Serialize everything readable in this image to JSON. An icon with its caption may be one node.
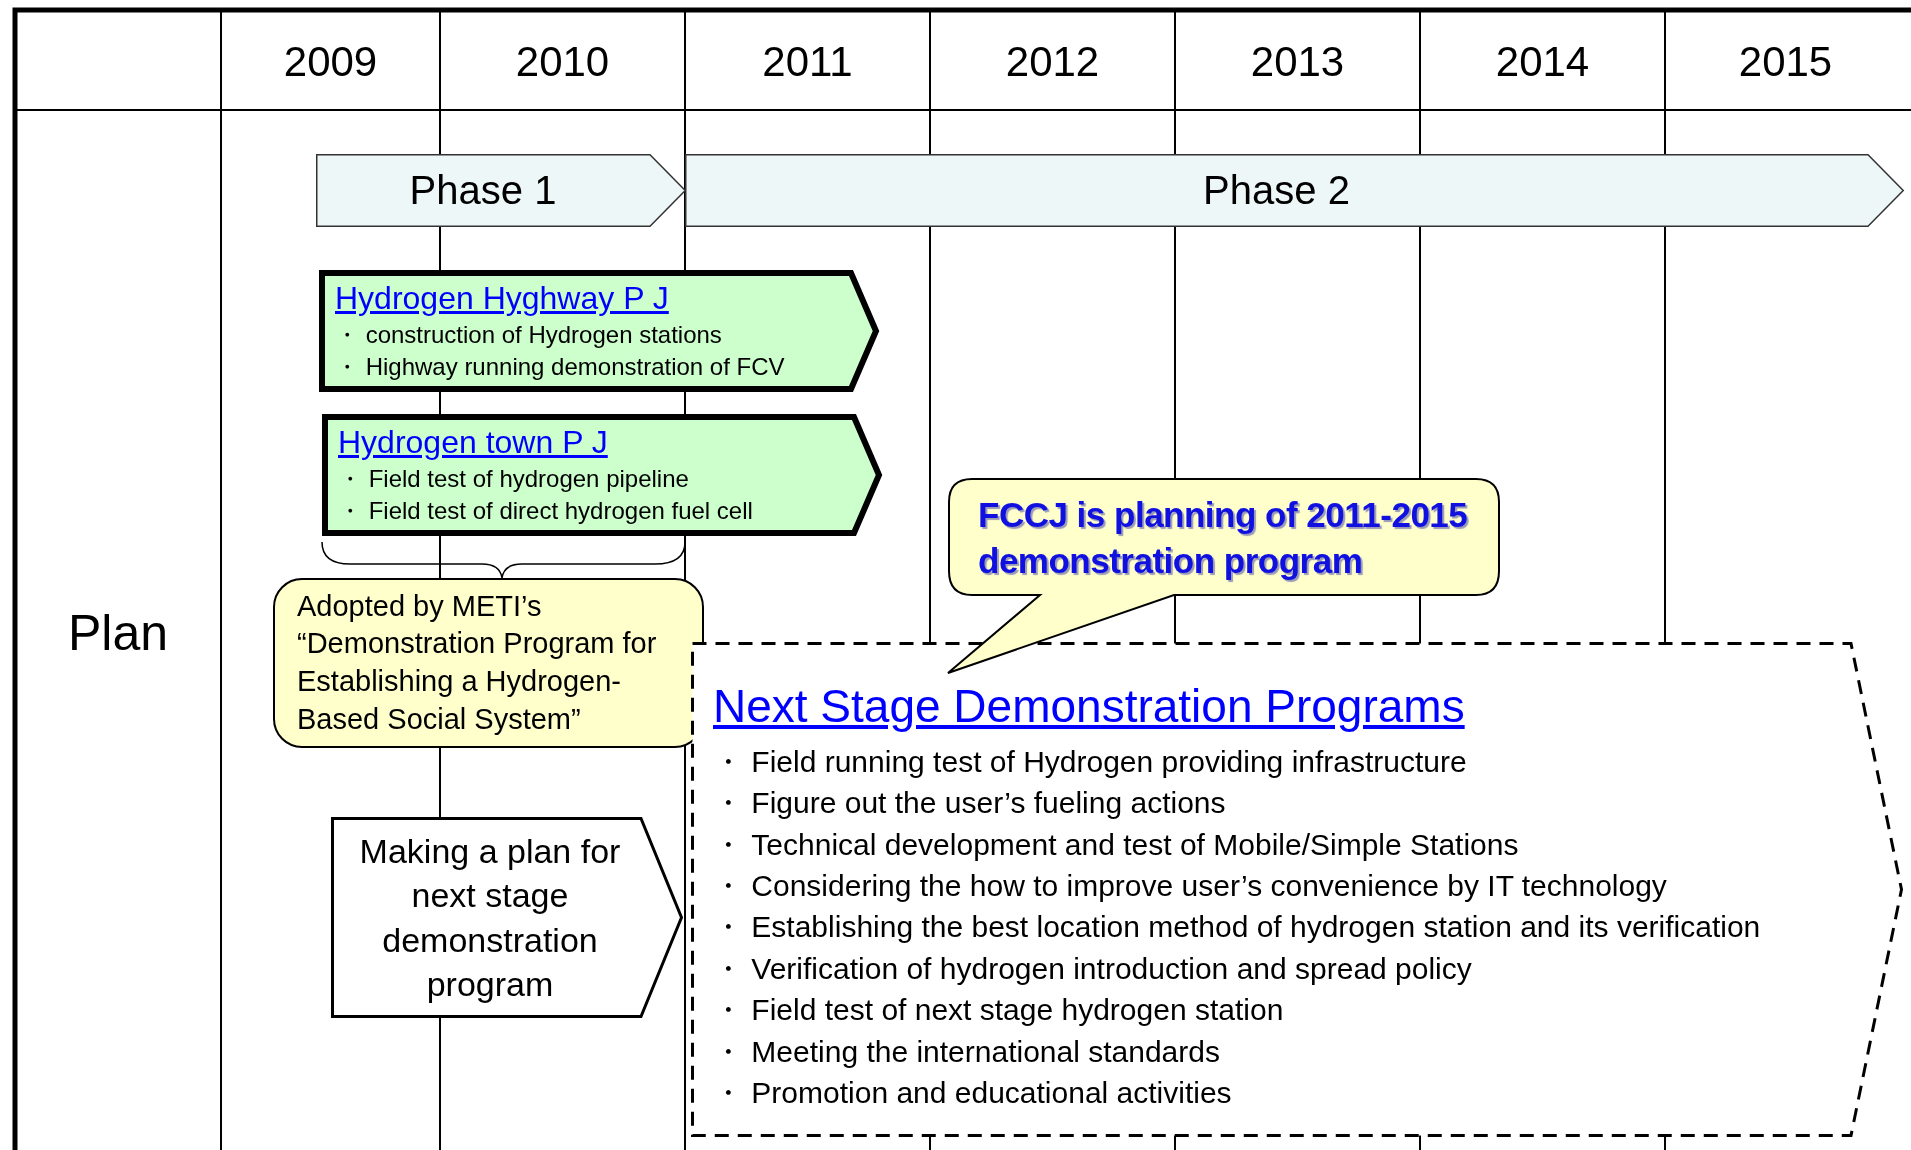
{
  "diagram": {
    "nodes": [
      {
        "text": [
          "Phase 1"
        ]
      },
      {
        "text": [
          "Phase 2"
        ]
      },
      {
        "text": [
          "Hydrogen Hyghway P J",
          "・ construction of Hydrogen stations",
          "・ Highway running demonstration of FCV"
        ]
      },
      {
        "text": [
          "Hydrogen town P J",
          "・ Field test of hydrogen pipeline",
          "・ Field test of direct hydrogen fuel cell"
        ]
      },
      {
        "text": [
          "Adopted by METI’s “Demonstration Program for Establishing a Hydrogen-Based Social System”"
        ]
      },
      {
        "text": [
          "FCCJ is planning of 2011-2015 demonstration program"
        ]
      },
      {
        "text": [
          "Making a plan for next stage demonstration program"
        ]
      },
      {
        "text": [
          "Next Stage Demonstration Programs",
          "・ Field running test of Hydrogen providing infrastructure",
          "・ Figure out the user’s fueling actions",
          "・ Technical development and test of Mobile/Simple Stations",
          "・ Considering the how to improve user’s convenience by IT technology",
          "・ Establishing the best location method of hydrogen station and its verification",
          "・ Verification of hydrogen introduction and spread policy",
          "・ Field test of next stage hydrogen station",
          "・ Meeting the international standards",
          "・ Promotion and educational activities"
        ]
      }
    ],
    "labels": [
      "2009",
      "2010",
      "2011",
      "2012",
      "2013",
      "2014",
      "2015",
      "Plan"
    ]
  }
}
